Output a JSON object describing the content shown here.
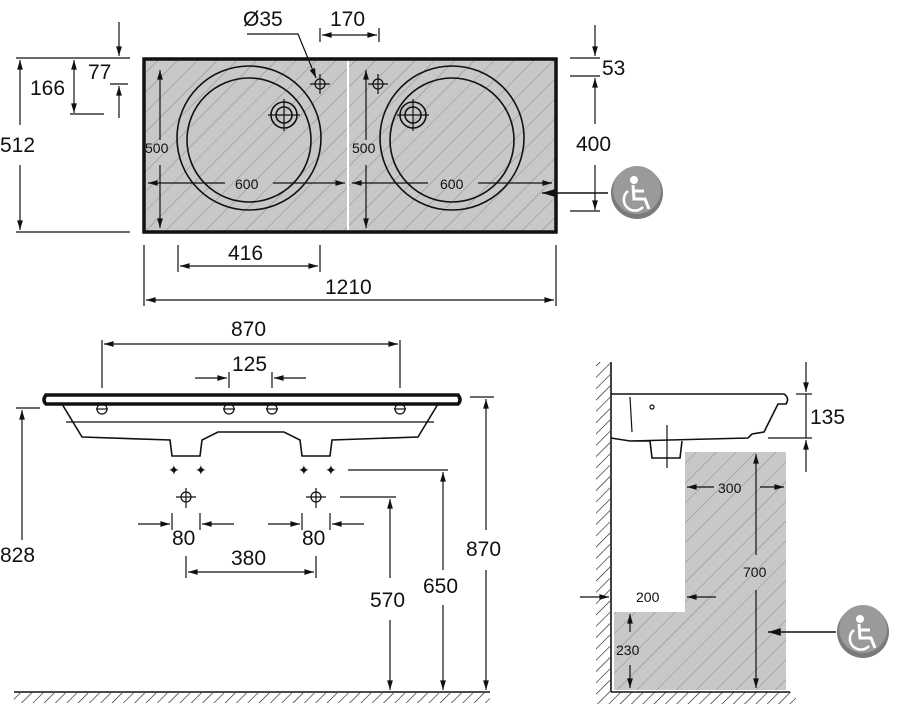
{
  "title": "Double washbasin 1210 technical drawing",
  "colors": {
    "line": "#111111",
    "hatch_fill": "#c8c8c8",
    "accessibility_badge": "#7a7a7a",
    "background": "#ffffff"
  },
  "plan_view": {
    "labels": {
      "tap_hole_diameter": "Ø35",
      "tap_hole_offset": "170",
      "top_offset_77": "77",
      "top_offset_166": "166",
      "depth": "512",
      "bowl_depth_left": "500",
      "bowl_depth_right": "500",
      "bowl_width_left": "600",
      "bowl_width_right": "600",
      "edge_53": "53",
      "knee_depth": "400",
      "offset_416": "416",
      "overall_width": "1210"
    }
  },
  "front_view": {
    "labels": {
      "tap_spacing": "870",
      "center_spacing": "125",
      "fixing_left": "80",
      "fixing_right": "80",
      "waste_spacing": "380",
      "height_828": "828",
      "height_570": "570",
      "height_650": "650",
      "height_870": "870"
    }
  },
  "side_view": {
    "labels": {
      "basin_height": "135",
      "knee_width": "300",
      "knee_height": "700",
      "toe_depth": "200",
      "toe_height": "230"
    }
  },
  "icons": {
    "accessibility": "wheelchair-icon"
  }
}
